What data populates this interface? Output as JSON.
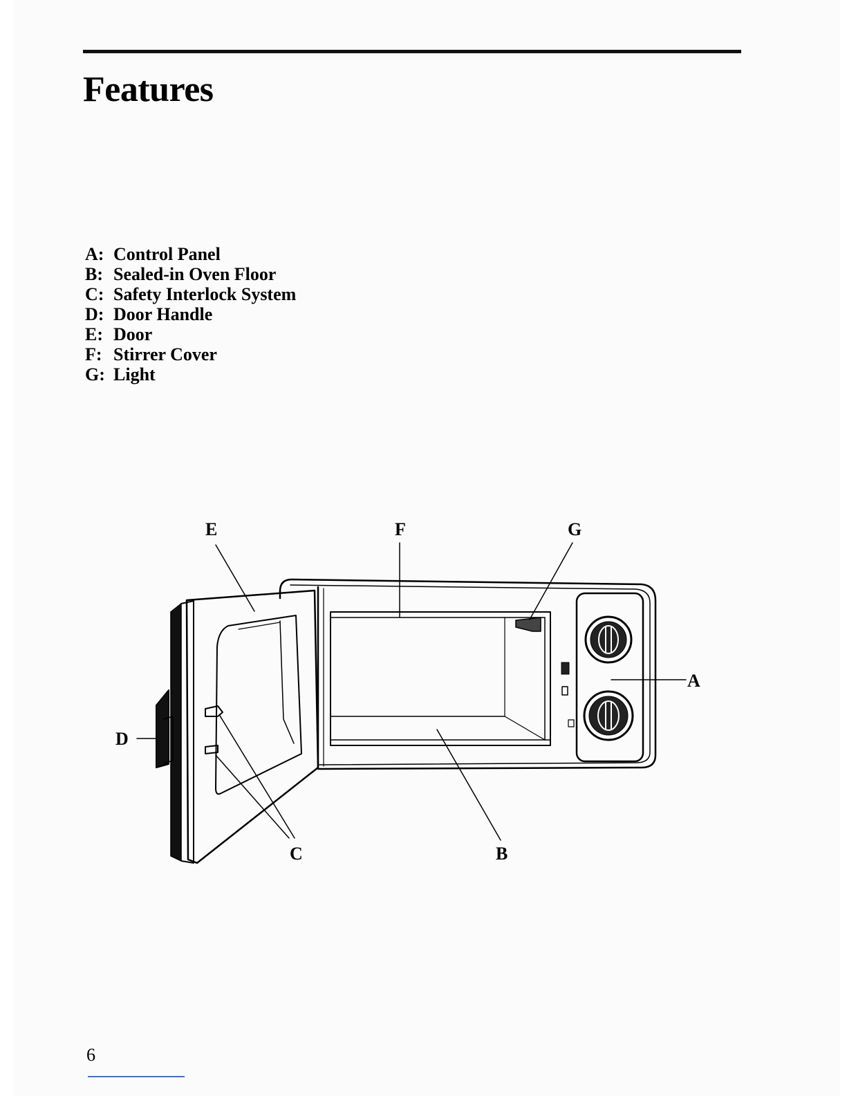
{
  "page": {
    "title": "Features",
    "page_number": "6"
  },
  "legend": [
    {
      "key": "A:",
      "label": "Control Panel"
    },
    {
      "key": "B:",
      "label": "Sealed-in Oven Floor"
    },
    {
      "key": "C:",
      "label": "Safety Interlock System"
    },
    {
      "key": "D:",
      "label": "Door Handle"
    },
    {
      "key": "E:",
      "label": "Door"
    },
    {
      "key": "F:",
      "label": "Stirrer Cover"
    },
    {
      "key": "G:",
      "label": "Light"
    }
  ],
  "diagram": {
    "callouts": {
      "a": "A",
      "b": "B",
      "c": "C",
      "d": "D",
      "e": "E",
      "f": "F",
      "g": "G"
    }
  }
}
